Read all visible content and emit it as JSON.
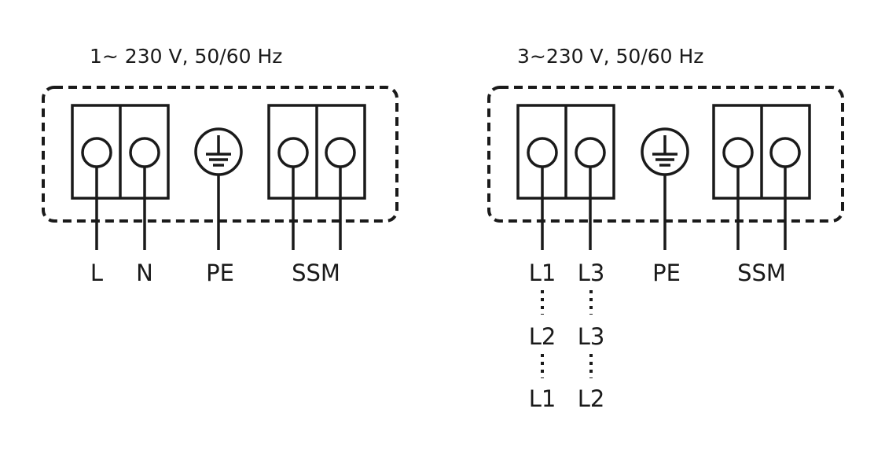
{
  "left": {
    "title": "1~ 230 V, 50/60 Hz",
    "labels": {
      "l": "L",
      "n": "N",
      "pe": "PE",
      "ssm": "SSM"
    }
  },
  "right": {
    "title": "3~230 V, 50/60 Hz",
    "labels": {
      "a": "L1",
      "b": "L3",
      "pe": "PE",
      "ssm": "SSM"
    },
    "alt1": {
      "a": "L2",
      "b": "L3"
    },
    "alt2": {
      "a": "L1",
      "b": "L2"
    }
  }
}
